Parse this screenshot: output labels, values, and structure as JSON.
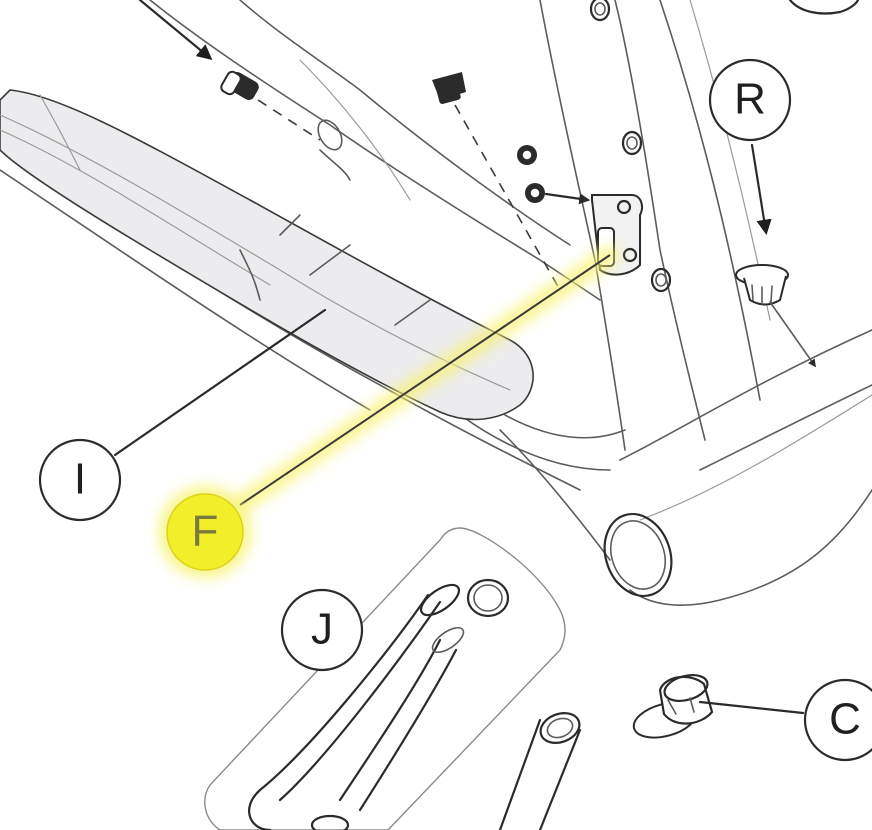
{
  "callouts": {
    "r": {
      "letter": "R"
    },
    "i": {
      "letter": "I"
    },
    "f": {
      "letter": "F",
      "highlighted": true
    },
    "j": {
      "letter": "J"
    },
    "c": {
      "letter": "C"
    }
  },
  "colors": {
    "line": "#2b2b2b",
    "highlight": "#f2ee2a",
    "highlight_glow": "#f7f36a",
    "part_fill": "#ececee"
  }
}
